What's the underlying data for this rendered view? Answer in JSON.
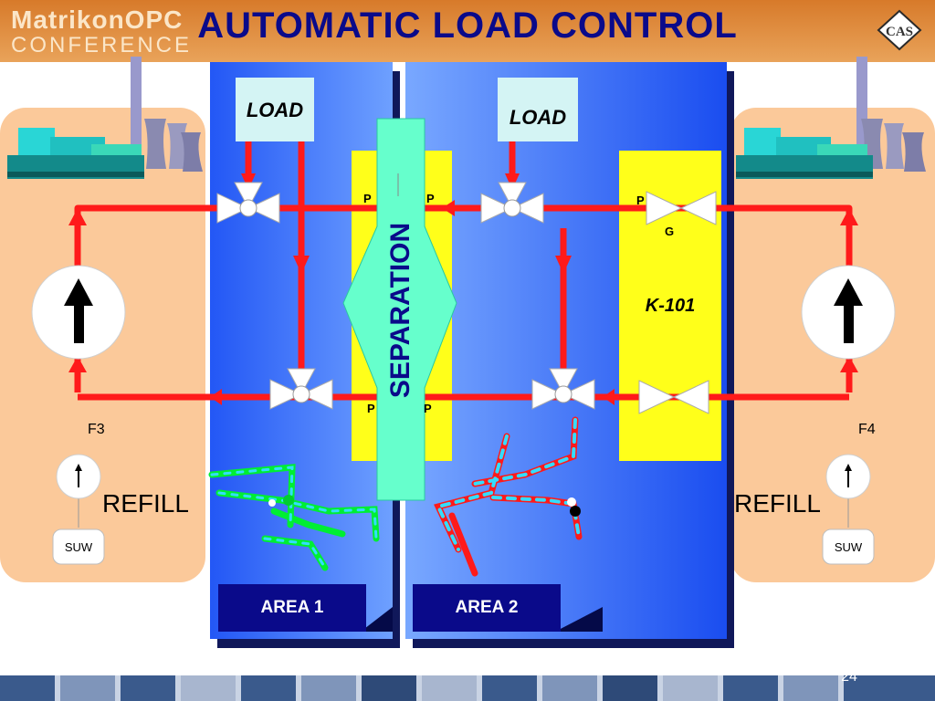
{
  "header": {
    "brand_line1": "MatrikonOPC",
    "brand_line2": "CONFERENCE",
    "title": "AUTOMATIC LOAD CONTROL",
    "logo_text": "CAS"
  },
  "diagram": {
    "load_left": "LOAD",
    "load_right": "LOAD",
    "separation": "SEPARATION",
    "k101": "K-101",
    "g_label": "G",
    "p_label": "P",
    "flow_left": "F3",
    "flow_right": "F4",
    "refill_left": "REFILL",
    "refill_right": "REFILL",
    "suw_left": "SUW",
    "suw_right": "SUW",
    "area1": "AREA 1",
    "area2": "AREA 2"
  },
  "footer": {
    "page_number": "24"
  },
  "colors": {
    "pipe": "#ff1a1a",
    "area_blue": "#2f6bff",
    "yellow_box": "#ffff1a",
    "separation": "#66ffcc",
    "tank": "#fbc99a",
    "title": "#0a0a8a"
  }
}
